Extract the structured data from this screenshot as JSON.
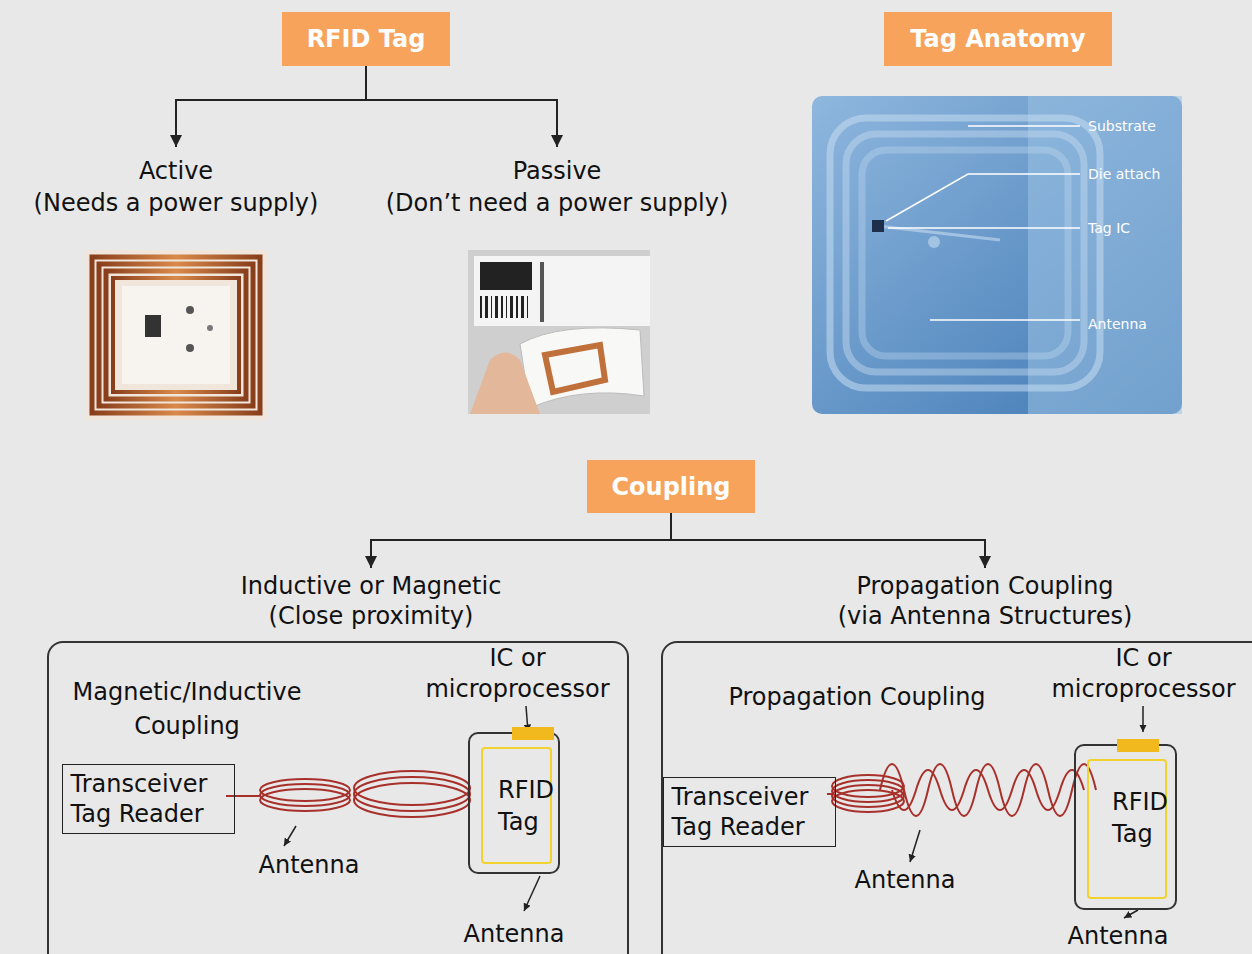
{
  "diagram": {
    "nodes": [
      {
        "text": [
          "RFID Tag"
        ]
      },
      {
        "text": [
          "Active",
          "(Needs a power supply)"
        ]
      },
      {
        "text": [
          "Passive",
          "(Don’t need a power supply)"
        ]
      },
      {
        "text": [
          "Tag Anatomy"
        ]
      },
      {
        "text": [
          "Coupling"
        ]
      },
      {
        "text": [
          "Inductive or Magnetic",
          "(Close proximity)",
          "Magnetic/Inductive Coupling"
        ]
      },
      {
        "text": [
          "Transceiver Tag Reader"
        ],
        "in": 5
      },
      {
        "text": [
          "RFID Tag"
        ],
        "in": 5
      },
      {
        "text": [
          "Propagation Coupling",
          "(via Antenna Structures)",
          "Propagation Coupling"
        ]
      },
      {
        "text": [
          "Transceiver Tag Reader"
        ],
        "in": 8
      },
      {
        "text": [
          "RFID Tag"
        ],
        "in": 8
      }
    ],
    "edges": [
      {
        "from": 0,
        "to": 1,
        "arrow": "to"
      },
      {
        "from": 0,
        "to": 2,
        "arrow": "to"
      },
      {
        "from": 4,
        "to": 5,
        "arrow": "to"
      },
      {
        "from": 4,
        "to": 8,
        "arrow": "to"
      }
    ],
    "labels": [
      "Substrate",
      "Die attach",
      "Tag IC",
      "Antenna",
      "IC or microprocessor",
      "Antenna",
      "Antenna",
      "IC or microprocessor",
      "Antenna",
      "Antenna"
    ]
  }
}
